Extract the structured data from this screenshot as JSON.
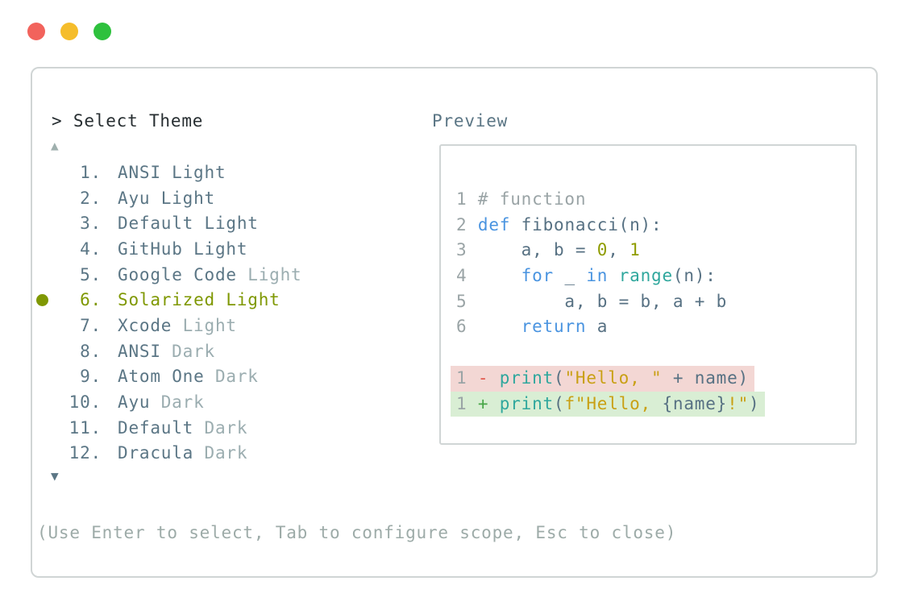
{
  "titlebar": {
    "buttons": [
      {
        "name": "close",
        "color": "#f2635c"
      },
      {
        "name": "minimize",
        "color": "#f5bd2b"
      },
      {
        "name": "maximize",
        "color": "#2ec13d"
      }
    ]
  },
  "palette": {
    "panel_border": "#d0d5d5",
    "title_ink": "#272e31",
    "slate": "#577183",
    "dimmed": "#9badb0",
    "selected_olive": "#7f9803",
    "keyword_blue": "#4a94e0",
    "function_teal": "#2fa79d",
    "string_gold": "#c9a014",
    "number_olive": "#8f9c00",
    "diff_minus_red": "#e2574b",
    "diff_plus_green": "#46a546",
    "diff_del_bg": "#f3d7d4",
    "diff_add_bg": "#d9eed4",
    "help_gray": "#9daba8",
    "line_number_gray": "#9aa4a6"
  },
  "picker": {
    "title": "> Select Theme",
    "scroll_up_indicator": "▲",
    "scroll_down_indicator": "▼",
    "items": [
      {
        "num": "1.",
        "name": "ANSI",
        "variant": "Light",
        "variant_dim": false,
        "selected": false
      },
      {
        "num": "2.",
        "name": "Ayu",
        "variant": "Light",
        "variant_dim": false,
        "selected": false
      },
      {
        "num": "3.",
        "name": "Default",
        "variant": "Light",
        "variant_dim": false,
        "selected": false
      },
      {
        "num": "4.",
        "name": "GitHub",
        "variant": "Light",
        "variant_dim": false,
        "selected": false
      },
      {
        "num": "5.",
        "name": "Google Code",
        "variant": "Light",
        "variant_dim": true,
        "selected": false
      },
      {
        "num": "6.",
        "name": "Solarized",
        "variant": "Light",
        "variant_dim": false,
        "selected": true
      },
      {
        "num": "7.",
        "name": "Xcode",
        "variant": "Light",
        "variant_dim": true,
        "selected": false
      },
      {
        "num": "8.",
        "name": "ANSI",
        "variant": "Dark",
        "variant_dim": true,
        "selected": false
      },
      {
        "num": "9.",
        "name": "Atom One",
        "variant": "Dark",
        "variant_dim": true,
        "selected": false
      },
      {
        "num": "10.",
        "name": "Ayu",
        "variant": "Dark",
        "variant_dim": true,
        "selected": false
      },
      {
        "num": "11.",
        "name": "Default",
        "variant": "Dark",
        "variant_dim": true,
        "selected": false
      },
      {
        "num": "12.",
        "name": "Dracula",
        "variant": "Dark",
        "variant_dim": true,
        "selected": false
      }
    ],
    "help": "(Use Enter to select, Tab to configure scope, Esc to close)"
  },
  "preview": {
    "title": "Preview",
    "code_lines": [
      {
        "bg": "none",
        "kind": "code-line",
        "tokens": [
          [
            "1 ",
            "ln"
          ],
          [
            "# function",
            "comment"
          ]
        ]
      },
      {
        "bg": "none",
        "kind": "code-line",
        "tokens": [
          [
            "2 ",
            "ln"
          ],
          [
            "def",
            "kw"
          ],
          [
            " fibonacci(n):",
            "code"
          ]
        ]
      },
      {
        "bg": "none",
        "kind": "code-line",
        "tokens": [
          [
            "3 ",
            "ln"
          ],
          [
            "    a, b = ",
            "code"
          ],
          [
            "0",
            "num"
          ],
          [
            ", ",
            "code"
          ],
          [
            "1",
            "num"
          ]
        ]
      },
      {
        "bg": "none",
        "kind": "code-line",
        "tokens": [
          [
            "4 ",
            "ln"
          ],
          [
            "    ",
            "code"
          ],
          [
            "for",
            "kw"
          ],
          [
            " _ ",
            "code"
          ],
          [
            "in",
            "kw"
          ],
          [
            " ",
            "code"
          ],
          [
            "range",
            "fn"
          ],
          [
            "(n):",
            "code"
          ]
        ]
      },
      {
        "bg": "none",
        "kind": "code-line",
        "tokens": [
          [
            "5 ",
            "ln"
          ],
          [
            "        a, b = b, a + b",
            "code"
          ]
        ]
      },
      {
        "bg": "none",
        "kind": "code-line",
        "tokens": [
          [
            "6 ",
            "ln"
          ],
          [
            "    ",
            "code"
          ],
          [
            "return",
            "kw"
          ],
          [
            " a",
            "code"
          ]
        ]
      },
      {
        "bg": "none",
        "kind": "blank-line",
        "tokens": []
      },
      {
        "bg": "del",
        "kind": "diff-removed-line",
        "tokens": [
          [
            "1 ",
            "ln"
          ],
          [
            "- ",
            "minus"
          ],
          [
            "print",
            "fn"
          ],
          [
            "(",
            "code"
          ],
          [
            "\"Hello, \"",
            "str"
          ],
          [
            " + name)",
            "code"
          ]
        ]
      },
      {
        "bg": "add",
        "kind": "diff-added-line",
        "tokens": [
          [
            "1 ",
            "ln"
          ],
          [
            "+ ",
            "plus"
          ],
          [
            "print",
            "fn"
          ],
          [
            "(",
            "code"
          ],
          [
            "f\"Hello, ",
            "str"
          ],
          [
            "{name}",
            "code"
          ],
          [
            "!\"",
            "str"
          ],
          [
            ")",
            "code"
          ]
        ]
      }
    ]
  }
}
